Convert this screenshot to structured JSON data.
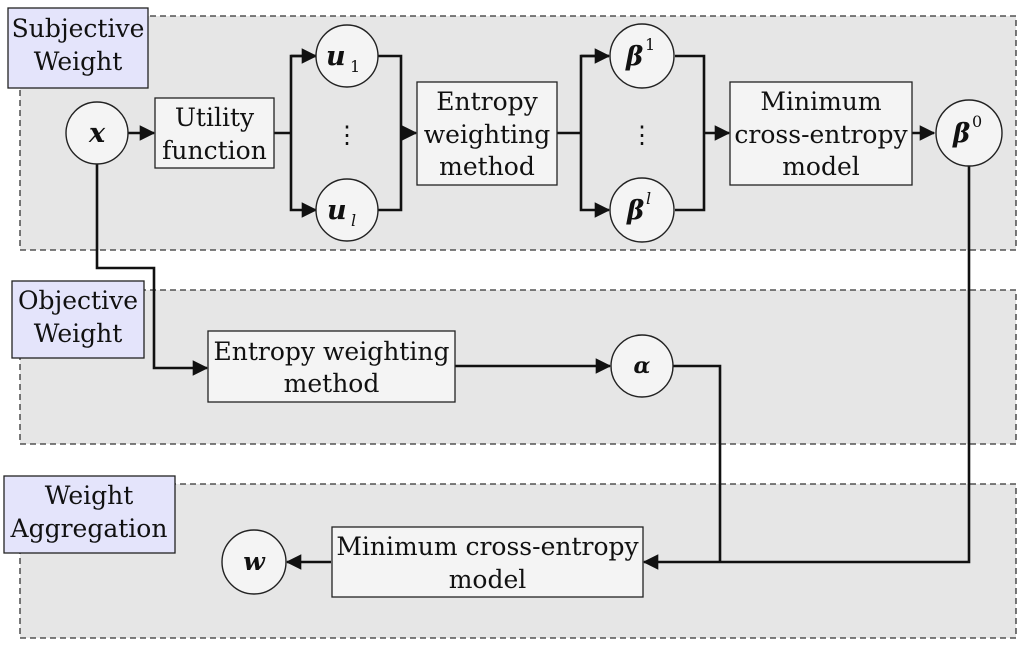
{
  "panels": {
    "subjective": [
      "Subjective",
      "Weight"
    ],
    "objective": [
      "Objective",
      "Weight"
    ],
    "aggregation": [
      "Weight",
      "Aggregation"
    ]
  },
  "boxes": {
    "utility": [
      "Utility",
      "function"
    ],
    "entropy_subjective": [
      "Entropy",
      "weighting",
      "method"
    ],
    "mce_subjective": [
      "Minimum",
      "cross-entropy",
      "model"
    ],
    "entropy_objective": [
      "Entropy weighting",
      "method"
    ],
    "mce_aggregation": [
      "Minimum cross-entropy",
      "model"
    ]
  },
  "nodes": {
    "x": "x",
    "u": "u",
    "u_first_index": "1",
    "u_last_index": "l",
    "beta": "β",
    "beta_first_index": "1",
    "beta_last_index": "l",
    "beta0": "β",
    "beta0_index": "0",
    "alpha": "α",
    "w": "w"
  },
  "ellipsis": "⋮",
  "colors": {
    "panel_fill": "#e6e6e6",
    "label_fill": "#e4e4fb",
    "box_fill": "#f4f4f4",
    "line": "#111111"
  }
}
